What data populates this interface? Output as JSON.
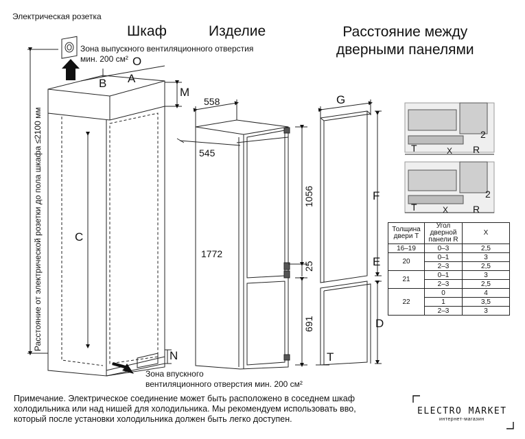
{
  "headings": {
    "cabinet": "Шкаф",
    "product": "Изделие",
    "panel_distance": "Расстояние между\nдверными панелями"
  },
  "labels": {
    "socket": "Электрическая розетка",
    "outlet_zone": "Зона выпускного вентиляционного отверстия\nмин. 200 см²",
    "inlet_zone": "Зона впускного\nвентиляционного отверстия мин. 200 см²",
    "vertical_distance": "Расстояние от электрической розетки до пола шкафа ≤2100 мм"
  },
  "letters": {
    "O": "O",
    "A": "A",
    "B": "B",
    "M": "M",
    "C": "C",
    "N": "N",
    "G": "G",
    "F": "F",
    "E": "E",
    "D": "D",
    "T": "T",
    "detail_T": "T",
    "detail_X": "X",
    "detail_R": "R",
    "detail_2": "2"
  },
  "dimensions": {
    "width": "558",
    "depth": "545",
    "height_total": "1772",
    "height_upper": "1056",
    "gap": "25",
    "height_lower": "691"
  },
  "table": {
    "headers": [
      "Толщина двери T",
      "Угол дверной панели R",
      "X"
    ],
    "groups": [
      {
        "thickness": "16–19",
        "rows": [
          [
            "0–3",
            "2,5"
          ]
        ]
      },
      {
        "thickness": "20",
        "rows": [
          [
            "0–1",
            "3"
          ],
          [
            "2–3",
            "2,5"
          ]
        ]
      },
      {
        "thickness": "21",
        "rows": [
          [
            "0–1",
            "3"
          ],
          [
            "2–3",
            "2,5"
          ]
        ]
      },
      {
        "thickness": "22",
        "rows": [
          [
            "0",
            "4"
          ],
          [
            "1",
            "3,5"
          ],
          [
            "2–3",
            "3"
          ]
        ]
      }
    ]
  },
  "note": {
    "line1": "Примечание. Электрическое соединение может быть расположено в соседнем шкаф",
    "line2": "холодильника или над нишей для холодильника. Мы рекомендуем использовать вво,",
    "line3": "который после установки холодильника должен быть легко доступен."
  },
  "logo": {
    "name": "ELECTRO MARKET",
    "tagline": "интернет-магазин"
  }
}
